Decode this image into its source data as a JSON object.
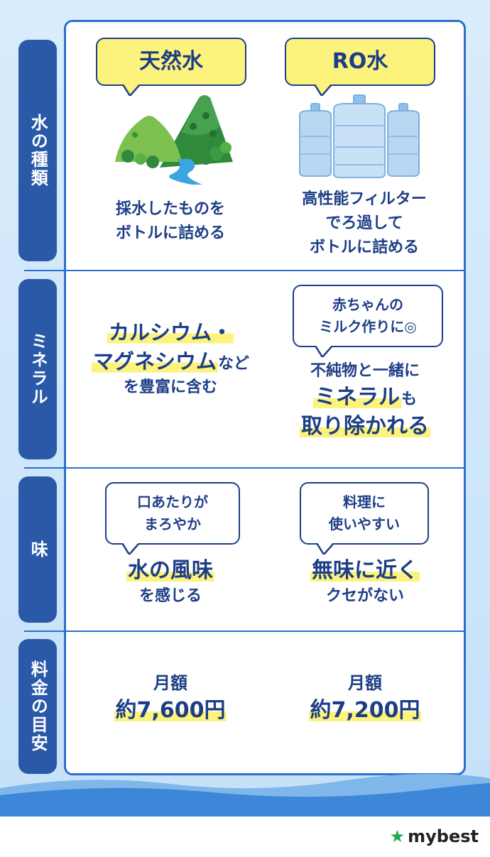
{
  "categories": {
    "type": "水の種類",
    "mineral": "ミネラル",
    "taste": "味",
    "price": "料金の目安"
  },
  "natural": {
    "title": "天然水",
    "type_desc_1": "採水したものを",
    "type_desc_2": "ボトルに詰める",
    "mineral_1": "カルシウム・",
    "mineral_2a": "マグネシウム",
    "mineral_2b": "など",
    "mineral_3": "を豊富に含む",
    "taste_bubble_1": "口あたりが",
    "taste_bubble_2": "まろやか",
    "taste_main": "水の風味",
    "taste_sub": "を感じる",
    "price_label": "月額",
    "price_value": "約7,600円"
  },
  "ro": {
    "title": "RO水",
    "type_desc_1": "高性能フィルター",
    "type_desc_2": "でろ過して",
    "type_desc_3": "ボトルに詰める",
    "mineral_bubble_1": "赤ちゃんの",
    "mineral_bubble_2": "ミルク作りに◎",
    "mineral_1": "不純物と一緒に",
    "mineral_2a": "ミネラル",
    "mineral_2b": "も",
    "mineral_3": "取り除かれる",
    "taste_bubble_1": "料理に",
    "taste_bubble_2": "使いやすい",
    "taste_main": "無味に近く",
    "taste_sub": "クセがない",
    "price_label": "月額",
    "price_value": "約7,200円"
  },
  "footer": {
    "brand": "mybest"
  },
  "colors": {
    "navy": "#1d3e86",
    "label_bg": "#2a5aa7",
    "border": "#2b6fd0",
    "highlight": "#fbf37b",
    "brand_star": "#22a84b"
  },
  "icons": {
    "mountain": "mountain-illustration",
    "bottles": "water-bottles-illustration",
    "star": "star-icon"
  }
}
